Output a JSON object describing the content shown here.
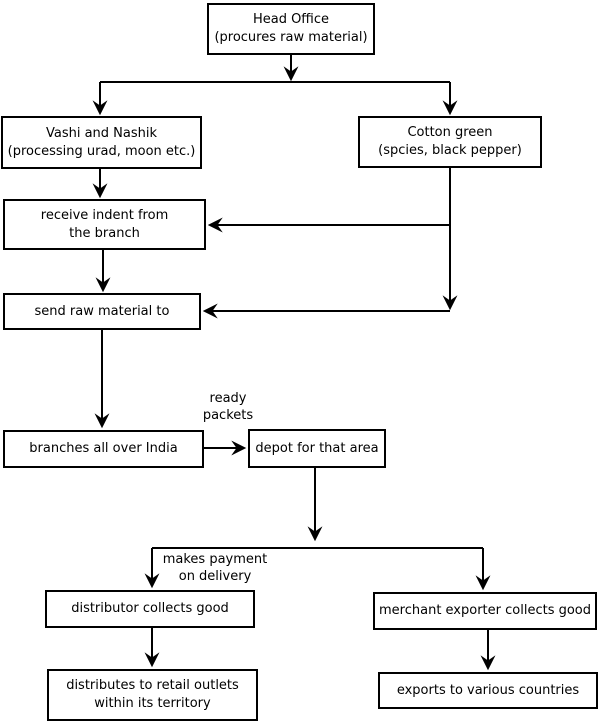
{
  "diagram": {
    "type": "flowchart",
    "background_color": "#ffffff",
    "line_color": "#000000",
    "nodes": {
      "head_office": "Head Office\n(procures raw material)",
      "vashi_nashik": "Vashi and Nashik\n(processing urad, moon etc.)",
      "cotton_green": "Cotton green\n(spcies, black pepper)",
      "receive_indent": "receive indent from\nthe branch",
      "send_raw_material": "send raw material to",
      "branches_india": "branches all over India",
      "depot": "depot for that area",
      "distributor": "distributor collects good",
      "merchant_exporter": "merchant exporter collects good",
      "retail_outlets": "distributes to retail outlets\nwithin its territory",
      "exports": "exports to various countries"
    },
    "edge_labels": {
      "ready_packets": "ready\npackets",
      "makes_payment": "makes payment\non delivery"
    }
  }
}
